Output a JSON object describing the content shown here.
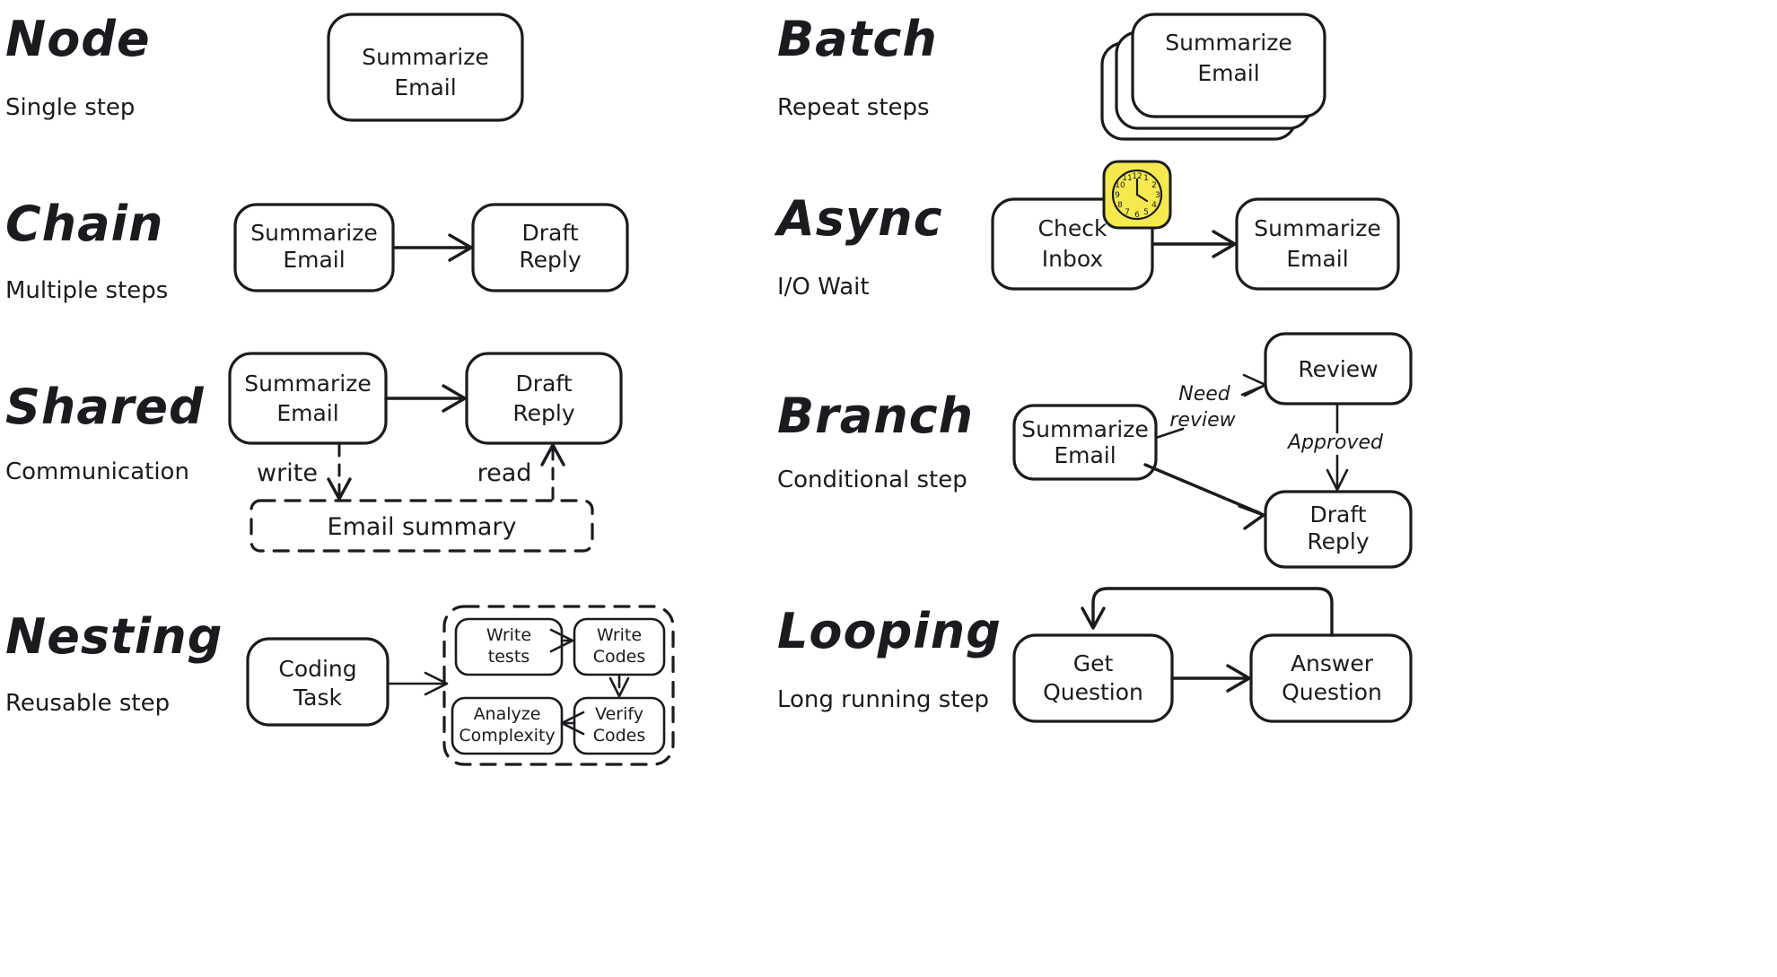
{
  "page": {
    "background": "#ffffff",
    "ink": "#1b1b1f",
    "accent_yellow": "#f5e94e"
  },
  "sections": [
    {
      "key": "node",
      "title": "Node",
      "subtitle": "Single step",
      "nodes": [
        {
          "id": "n1",
          "line1": "Summarize",
          "line2": "Email"
        }
      ]
    },
    {
      "key": "batch",
      "title": "Batch",
      "subtitle": "Repeat steps",
      "nodes": [
        {
          "id": "b1",
          "line1": "Summarize",
          "line2": "Email"
        }
      ],
      "stack_count": 3
    },
    {
      "key": "chain",
      "title": "Chain",
      "subtitle": "Multiple steps",
      "nodes": [
        {
          "id": "c1",
          "line1": "Summarize",
          "line2": "Email"
        },
        {
          "id": "c2",
          "line1": "Draft",
          "line2": "Reply"
        }
      ],
      "edges": [
        {
          "from": "c1",
          "to": "c2",
          "label": ""
        }
      ]
    },
    {
      "key": "async",
      "title": "Async",
      "subtitle": "I/O Wait",
      "nodes": [
        {
          "id": "a1",
          "line1": "Check",
          "line2": "Inbox"
        },
        {
          "id": "a2",
          "line1": "Summarize",
          "line2": "Email"
        }
      ],
      "edges": [
        {
          "from": "a1",
          "to": "a2",
          "label": ""
        }
      ],
      "badge": {
        "name": "clock-icon",
        "color": "#f5e94e"
      }
    },
    {
      "key": "shared",
      "title": "Shared",
      "subtitle": "Communication",
      "nodes": [
        {
          "id": "s1",
          "line1": "Summarize",
          "line2": "Email"
        },
        {
          "id": "s2",
          "line1": "Draft",
          "line2": "Reply"
        }
      ],
      "store": {
        "id": "store1",
        "label": "Email summary",
        "style": "dashed"
      },
      "edges": [
        {
          "from": "s1",
          "to": "s2",
          "label": ""
        },
        {
          "from": "s1",
          "to": "store1",
          "label": "write",
          "style": "dashed"
        },
        {
          "from": "store1",
          "to": "s2",
          "label": "read",
          "style": "dashed"
        }
      ]
    },
    {
      "key": "branch",
      "title": "Branch",
      "subtitle": "Conditional step",
      "nodes": [
        {
          "id": "br1",
          "line1": "Summarize",
          "line2": "Email"
        },
        {
          "id": "br2",
          "line1": "Review",
          "line2": ""
        },
        {
          "id": "br3",
          "line1": "Draft",
          "line2": "Reply"
        }
      ],
      "edges": [
        {
          "from": "br1",
          "to": "br2",
          "label": "Need review"
        },
        {
          "from": "br2",
          "to": "br3",
          "label": "Approved"
        },
        {
          "from": "br1",
          "to": "br3",
          "label": ""
        }
      ],
      "edge_labels": {
        "need_review_l1": "Need",
        "need_review_l2": "review",
        "approved": "Approved"
      }
    },
    {
      "key": "nesting",
      "title": "Nesting",
      "subtitle": "Reusable step",
      "nodes": [
        {
          "id": "ne1",
          "line1": "Coding",
          "line2": "Task"
        }
      ],
      "subflow": {
        "style": "dashed",
        "nodes": [
          {
            "id": "sf1",
            "line1": "Write",
            "line2": "tests"
          },
          {
            "id": "sf2",
            "line1": "Write",
            "line2": "Codes"
          },
          {
            "id": "sf3",
            "line1": "Verify",
            "line2": "Codes"
          },
          {
            "id": "sf4",
            "line1": "Analyze",
            "line2": "Complexity"
          }
        ],
        "edges": [
          {
            "from": "sf1",
            "to": "sf2"
          },
          {
            "from": "sf2",
            "to": "sf3"
          },
          {
            "from": "sf3",
            "to": "sf4"
          }
        ]
      },
      "edges": [
        {
          "from": "ne1",
          "to": "subflow",
          "label": ""
        }
      ]
    },
    {
      "key": "looping",
      "title": "Looping",
      "subtitle": "Long running step",
      "nodes": [
        {
          "id": "lo1",
          "line1": "Get",
          "line2": "Question"
        },
        {
          "id": "lo2",
          "line1": "Answer",
          "line2": "Question"
        }
      ],
      "edges": [
        {
          "from": "lo1",
          "to": "lo2",
          "label": ""
        },
        {
          "from": "lo2",
          "to": "lo1",
          "label": "",
          "style": "loop-back"
        }
      ]
    }
  ],
  "clock": {
    "numbers": [
      "12",
      "1",
      "2",
      "3",
      "4",
      "5",
      "6",
      "7",
      "8",
      "9",
      "10",
      "11"
    ]
  }
}
